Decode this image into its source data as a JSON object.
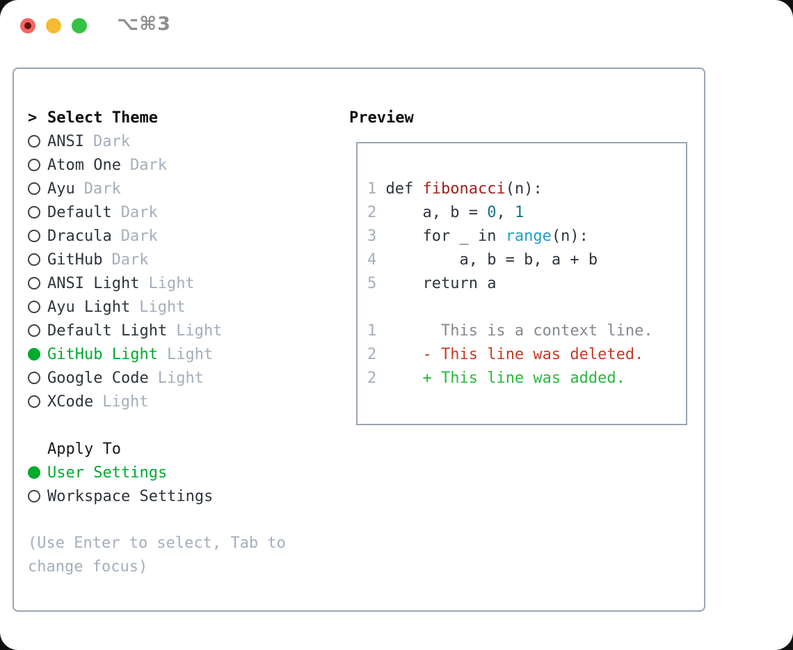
{
  "window": {
    "title": "⌥⌘3",
    "traffic_lights": [
      "close",
      "minimize",
      "zoom"
    ]
  },
  "left": {
    "header": {
      "prefix": ">",
      "label": "Select Theme"
    },
    "themes": [
      {
        "name": "ANSI",
        "variant": "Dark",
        "selected": false
      },
      {
        "name": "Atom One",
        "variant": "Dark",
        "selected": false
      },
      {
        "name": "Ayu",
        "variant": "Dark",
        "selected": false
      },
      {
        "name": "Default",
        "variant": "Dark",
        "selected": false
      },
      {
        "name": "Dracula",
        "variant": "Dark",
        "selected": false
      },
      {
        "name": "GitHub",
        "variant": "Dark",
        "selected": false
      },
      {
        "name": "ANSI Light",
        "variant": "Light",
        "selected": false
      },
      {
        "name": "Ayu Light",
        "variant": "Light",
        "selected": false
      },
      {
        "name": "Default Light",
        "variant": "Light",
        "selected": false
      },
      {
        "name": "GitHub Light",
        "variant": "Light",
        "selected": true
      },
      {
        "name": "Google Code",
        "variant": "Light",
        "selected": false
      },
      {
        "name": "XCode",
        "variant": "Light",
        "selected": false
      }
    ],
    "apply": {
      "header": "Apply To",
      "options": [
        {
          "label": "User Settings",
          "selected": true
        },
        {
          "label": "Workspace Settings",
          "selected": false
        }
      ]
    },
    "hint": "(Use Enter to select, Tab to change focus)"
  },
  "preview": {
    "header": "Preview",
    "lines": [
      {
        "num": "1",
        "segs": [
          {
            "t": " def "
          },
          {
            "t": "fibonacci"
          },
          {
            "t": "(n):"
          }
        ]
      },
      {
        "num": "2",
        "segs": [
          {
            "t": "     a, b = "
          },
          {
            "t": "0"
          },
          {
            "t": ", "
          },
          {
            "t": "1"
          }
        ]
      },
      {
        "num": "3",
        "segs": [
          {
            "t": "     for _ in "
          },
          {
            "t": "range"
          },
          {
            "t": "(n):"
          }
        ]
      },
      {
        "num": "4",
        "segs": [
          {
            "t": "         a, b = b, a + b"
          }
        ]
      },
      {
        "num": "5",
        "segs": [
          {
            "t": "     return a"
          }
        ]
      },
      {
        "num": "1",
        "segs": [
          {
            "t": "       This is a context line."
          }
        ]
      },
      {
        "num": "2",
        "segs": [
          {
            "t": "     "
          },
          {
            "t": "- This line was deleted."
          }
        ]
      },
      {
        "num": "2",
        "segs": [
          {
            "t": "     "
          },
          {
            "t": "+ This line was added."
          }
        ]
      }
    ]
  },
  "colors": {
    "selected_green": "#00ab2e",
    "added_green": "#27b93c",
    "deleted_red": "#c63a27",
    "function_red": "#a3201d",
    "number_teal": "#0d7680",
    "call_blue": "#1f9ece",
    "muted_gray": "#a4aebc",
    "context_gray": "#85898f",
    "text_dark": "#2e343c",
    "panel_border": "#9aa4b2",
    "traffic_red": "#f4645f",
    "traffic_yellow": "#f5bc33",
    "traffic_green": "#35c245"
  }
}
